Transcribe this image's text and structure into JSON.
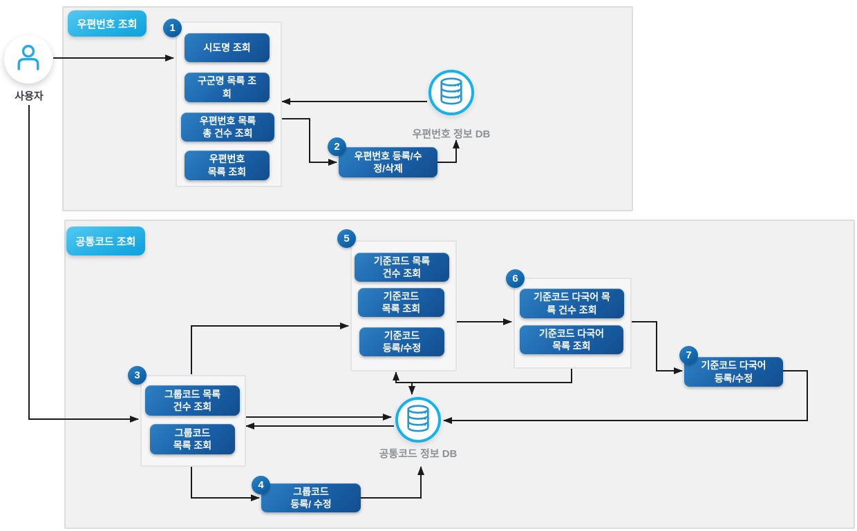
{
  "user": {
    "label": "사용자"
  },
  "panels": {
    "postal": {
      "title": "우편번호 조회",
      "db_label": "우편번호 정보 DB",
      "group1": {
        "badge": "1",
        "buttons": [
          "시도명 조회",
          "구군명 목록 조\n회",
          "우편번호 목록\n총 건수 조회",
          "우편번호\n목록 조회"
        ]
      },
      "step2": {
        "badge": "2",
        "label": "우편번호 등록/수\n정/삭제"
      }
    },
    "common": {
      "title": "공통코드 조회",
      "db_label": "공통코드 정보 DB",
      "group3": {
        "badge": "3",
        "buttons": [
          "그룹코드 목록\n건수 조회",
          "그룹코드\n목록 조회"
        ]
      },
      "step4": {
        "badge": "4",
        "label": "그룹코드\n등록/ 수정"
      },
      "group5": {
        "badge": "5",
        "buttons": [
          "기준코드 목록\n건수 조회",
          "기준코드\n목록 조회",
          "기준코드\n등록/수정"
        ]
      },
      "group6": {
        "badge": "6",
        "buttons": [
          "기준코드 다국어 목\n록 건수 조회",
          "기준코드 다국어\n목록 조회"
        ]
      },
      "step7": {
        "badge": "7",
        "label": "기준코드 다국어\n등록/수정"
      }
    }
  },
  "colors": {
    "button_blue_dark": "#124e8e",
    "button_blue_light": "#2e80c2",
    "title_cyan": "#0da1dc",
    "db_ring_cyan": "#14b2ec",
    "panel_gray": "#f1f1f2",
    "wire_black": "#1a1a1a"
  },
  "icons": {
    "user": "person-icon",
    "database": "database-icon"
  }
}
